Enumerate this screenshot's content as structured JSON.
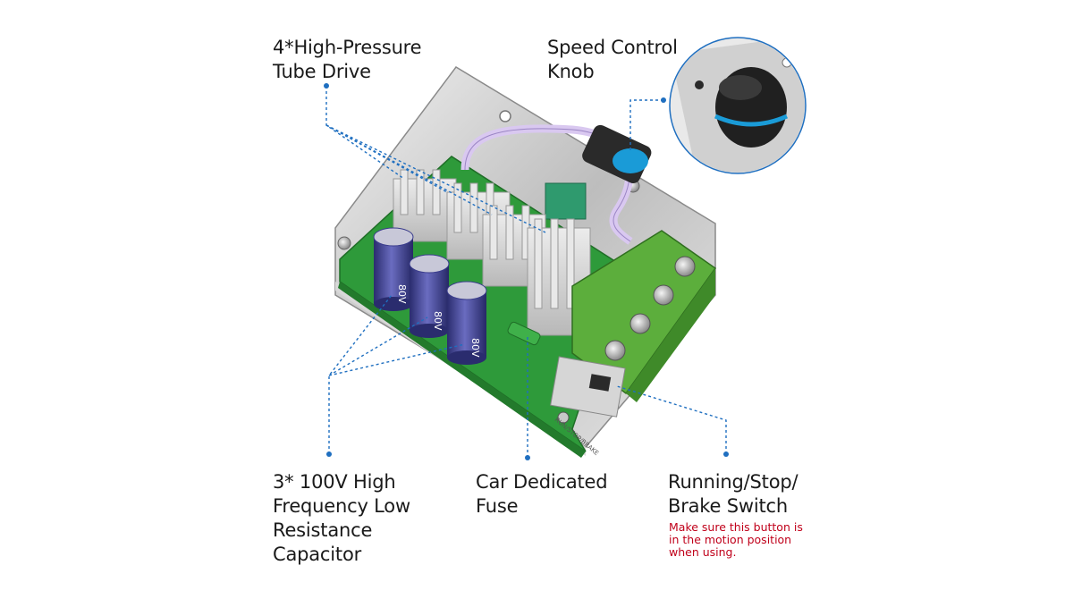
{
  "labels": {
    "tube_drive": [
      "4*High-Pressure",
      "Tube Drive"
    ],
    "speed_knob": [
      "Speed Control",
      "Knob"
    ],
    "capacitor": [
      "3* 100V High",
      "Frequency Low",
      "Resistance",
      "Capacitor"
    ],
    "fuse": [
      "Car Dedicated",
      "Fuse"
    ],
    "switch": [
      "Running/Stop/",
      "Brake Switch"
    ],
    "switch_note": [
      "Make sure this button is",
      "in the motion position",
      "when using."
    ]
  },
  "component_marks": {
    "capacitor_rating": "80V",
    "switch_print": "RUN/STOP/BRAKE"
  },
  "colors": {
    "callout": "#1f6fc0",
    "warning": "#c0001a",
    "pcb": "#2e9a3a",
    "terminal": "#5cae3c",
    "heatsink": "#d4d4d4",
    "capacitor": "#3a3c8c"
  }
}
